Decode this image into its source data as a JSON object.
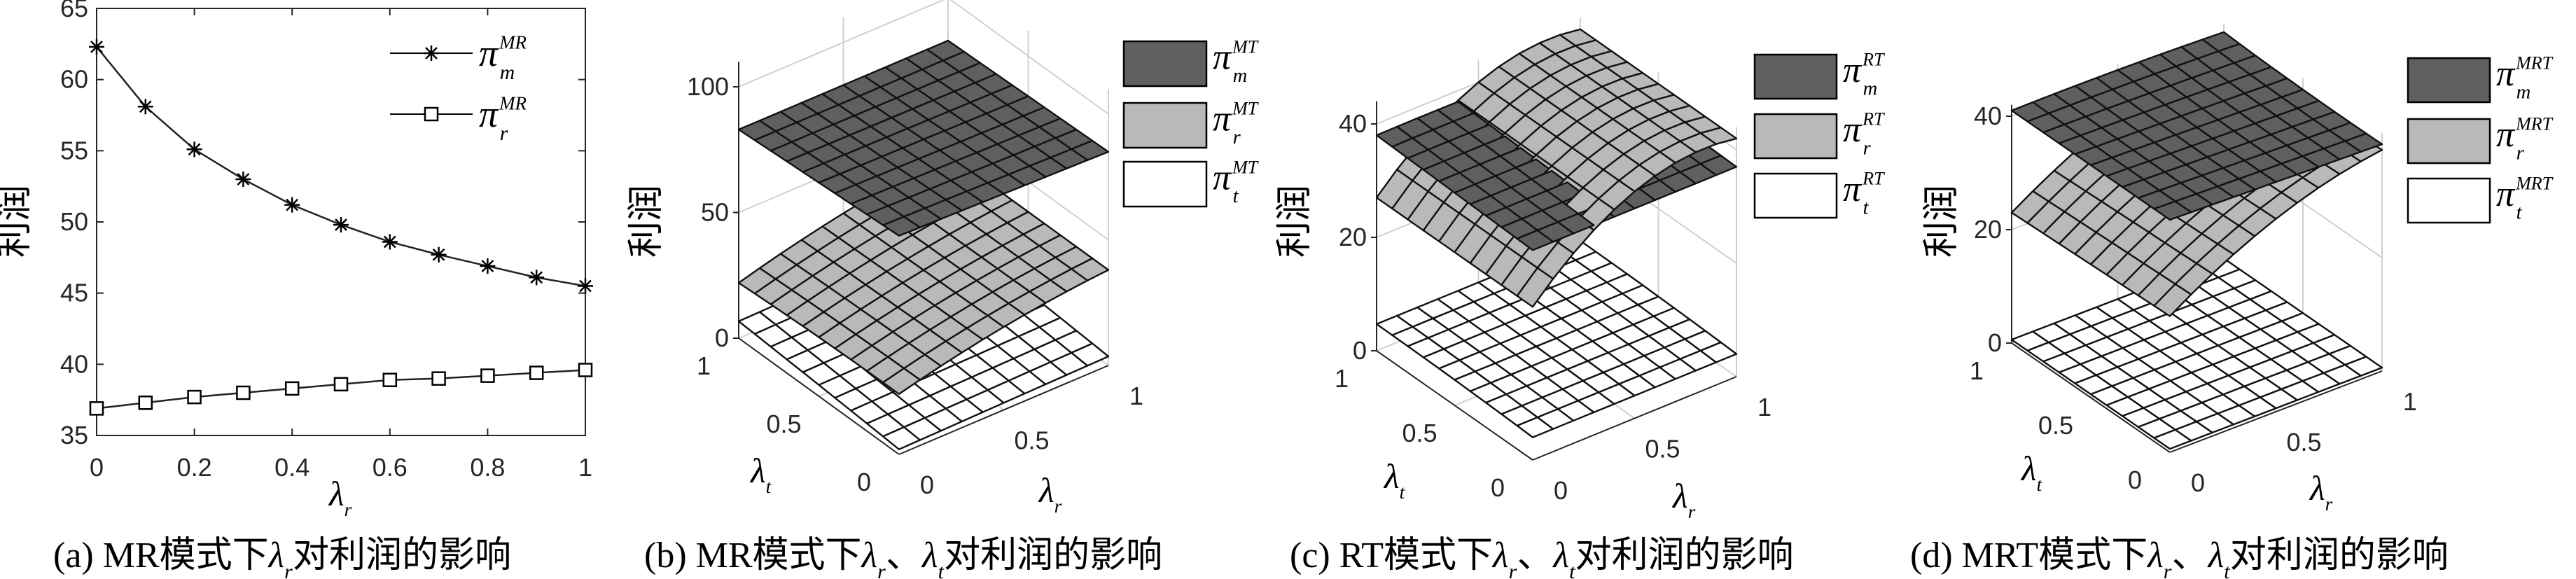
{
  "chart_data": [
    {
      "type": "line",
      "caption": [
        {
          "t": "(a) MR模式下"
        },
        {
          "t": "λ",
          "sub": "r"
        },
        {
          "t": "对利润的影响"
        }
      ],
      "ylabel": "利润",
      "xlabel": {
        "t": "λ",
        "sub": "r"
      },
      "xlim": [
        0,
        1
      ],
      "ylim": [
        35,
        65
      ],
      "xticks": [
        {
          "v": 0,
          "label": "0"
        },
        {
          "v": 0.2,
          "label": "0.2"
        },
        {
          "v": 0.4,
          "label": "0.4"
        },
        {
          "v": 0.6,
          "label": "0.6"
        },
        {
          "v": 0.8,
          "label": "0.8"
        },
        {
          "v": 1,
          "label": "1"
        }
      ],
      "yticks": [
        {
          "v": 35,
          "label": "35"
        },
        {
          "v": 40,
          "label": "40"
        },
        {
          "v": 45,
          "label": "45"
        },
        {
          "v": 50,
          "label": "50"
        },
        {
          "v": 55,
          "label": "55"
        },
        {
          "v": 60,
          "label": "60"
        },
        {
          "v": 65,
          "label": "65"
        }
      ],
      "legend_position": "top-right",
      "x": [
        0,
        0.1,
        0.2,
        0.3,
        0.4,
        0.5,
        0.6,
        0.7,
        0.8,
        0.9,
        1
      ],
      "series": [
        {
          "base": "π",
          "sub": "m",
          "sup": "MR",
          "marker": "asterisk",
          "values": [
            62.3,
            58.1,
            55.1,
            53.0,
            51.2,
            49.8,
            48.6,
            47.7,
            46.9,
            46.1,
            45.5
          ]
        },
        {
          "base": "π",
          "sub": "r",
          "sup": "MR",
          "marker": "square",
          "values": [
            36.9,
            37.3,
            37.7,
            38.0,
            38.3,
            38.6,
            38.9,
            39.0,
            39.2,
            39.4,
            39.6
          ]
        }
      ]
    },
    {
      "type": "surface",
      "caption": [
        {
          "t": "(b) MR模式下"
        },
        {
          "t": "λ",
          "sub": "r"
        },
        {
          "t": "、"
        },
        {
          "t": "λ",
          "sub": "t"
        },
        {
          "t": "对利润的影响"
        }
      ],
      "ylabel": "利润",
      "xlabel": {
        "t": "λ",
        "sub": "r"
      },
      "ylabel2": {
        "t": "λ",
        "sub": "t"
      },
      "zlim": [
        0,
        110
      ],
      "zticks": [
        {
          "v": 0,
          "label": "0"
        },
        {
          "v": 50,
          "label": "50"
        },
        {
          "v": 100,
          "label": "100"
        }
      ],
      "rticks": [
        {
          "v": 0,
          "label": "0"
        },
        {
          "v": 0.5,
          "label": "0.5"
        },
        {
          "v": 1,
          "label": "1"
        }
      ],
      "tticks": [
        {
          "v": 0,
          "label": "0"
        },
        {
          "v": 0.5,
          "label": "0.5"
        },
        {
          "v": 1,
          "label": "1"
        }
      ],
      "grid_nodes": [
        0,
        0.5,
        1
      ],
      "surfaces": [
        {
          "base": "π",
          "sub": "m",
          "sup": "MT",
          "color": "#5f5f5f",
          "z": [
            [
              87,
              86,
              85
            ],
            [
              85,
              84.5,
              84
            ],
            [
              83,
              83,
              83
            ]
          ]
        },
        {
          "base": "π",
          "sub": "r",
          "sup": "MT",
          "color": "#b9b9b9",
          "z": [
            [
              24,
              33,
              38
            ],
            [
              23.5,
              32.5,
              38
            ],
            [
              22,
              32,
              38
            ]
          ]
        },
        {
          "base": "π",
          "sub": "t",
          "sup": "MT",
          "color": "#ffffff",
          "z": [
            [
              2,
              2.8,
              3.6
            ],
            [
              4.5,
              5.2,
              6
            ],
            [
              6.7,
              7.5,
              8
            ]
          ]
        }
      ]
    },
    {
      "type": "surface",
      "caption": [
        {
          "t": "(c) RT模式下"
        },
        {
          "t": "λ",
          "sub": "r"
        },
        {
          "t": "、"
        },
        {
          "t": "λ",
          "sub": "t"
        },
        {
          "t": "对利润的影响"
        }
      ],
      "ylabel": "利润",
      "xlabel": {
        "t": "λ",
        "sub": "r"
      },
      "ylabel2": {
        "t": "λ",
        "sub": "t"
      },
      "zlim": [
        0,
        44
      ],
      "zticks": [
        {
          "v": 0,
          "label": "0"
        },
        {
          "v": 20,
          "label": "20"
        },
        {
          "v": 40,
          "label": "40"
        }
      ],
      "rticks": [
        {
          "v": 0,
          "label": "0"
        },
        {
          "v": 0.5,
          "label": "0.5"
        },
        {
          "v": 1,
          "label": "1"
        }
      ],
      "tticks": [
        {
          "v": 0,
          "label": "0"
        },
        {
          "v": 0.5,
          "label": "0.5"
        },
        {
          "v": 1,
          "label": "1"
        }
      ],
      "grid_nodes": [
        0,
        0.5,
        1
      ],
      "surfaces": [
        {
          "base": "π",
          "sub": "m",
          "sup": "RT",
          "color": "#5f5f5f",
          "z": [
            [
              37,
              37,
              37
            ],
            [
              37.5,
              37.5,
              37.3
            ],
            [
              38,
              38,
              37.5
            ]
          ]
        },
        {
          "base": "π",
          "sub": "r",
          "sup": "RT",
          "color": "#b9b9b9",
          "z": [
            [
              27,
              40,
              42
            ],
            [
              27,
              40,
              42
            ],
            [
              27,
              40,
              42
            ]
          ]
        },
        {
          "base": "π",
          "sub": "t",
          "sup": "RT",
          "color": "#ffffff",
          "z": [
            [
              4,
              4,
              4
            ],
            [
              4.5,
              4.5,
              4.5
            ],
            [
              4.7,
              4.7,
              4.7
            ]
          ]
        }
      ]
    },
    {
      "type": "surface",
      "caption": [
        {
          "t": "(d) MRT模式下"
        },
        {
          "t": "λ",
          "sub": "r"
        },
        {
          "t": "、"
        },
        {
          "t": "λ",
          "sub": "t"
        },
        {
          "t": "对利润的影响"
        }
      ],
      "ylabel": "利润",
      "xlabel": {
        "t": "λ",
        "sub": "r"
      },
      "ylabel2": {
        "t": "λ",
        "sub": "t"
      },
      "zlim": [
        0,
        42
      ],
      "zticks": [
        {
          "v": 0,
          "label": "0"
        },
        {
          "v": 20,
          "label": "20"
        },
        {
          "v": 40,
          "label": "40"
        }
      ],
      "rticks": [
        {
          "v": 0,
          "label": "0"
        },
        {
          "v": 0.5,
          "label": "0.5"
        },
        {
          "v": 1,
          "label": "1"
        }
      ],
      "tticks": [
        {
          "v": 0,
          "label": "0"
        },
        {
          "v": 0.5,
          "label": "0.5"
        },
        {
          "v": 1,
          "label": "1"
        }
      ],
      "grid_nodes": [
        0,
        0.5,
        1
      ],
      "surfaces": [
        {
          "base": "π",
          "sub": "m",
          "sup": "MRT",
          "color": "#5f5f5f",
          "z": [
            [
              41,
              40.5,
              40
            ],
            [
              41,
              40.5,
              40
            ],
            [
              41,
              41,
              40.5
            ]
          ]
        },
        {
          "base": "π",
          "sub": "r",
          "sup": "MRT",
          "color": "#b9b9b9",
          "z": [
            [
              24,
              34,
              39
            ],
            [
              23.5,
              33.5,
              38.5
            ],
            [
              23,
              33,
              38.5
            ]
          ]
        },
        {
          "base": "π",
          "sub": "t",
          "sup": "MRT",
          "color": "#ffffff",
          "z": [
            [
              0.6,
              0.6,
              0.6
            ],
            [
              0.6,
              0.6,
              0.6
            ],
            [
              0.6,
              0.6,
              0.6
            ]
          ]
        }
      ]
    }
  ]
}
